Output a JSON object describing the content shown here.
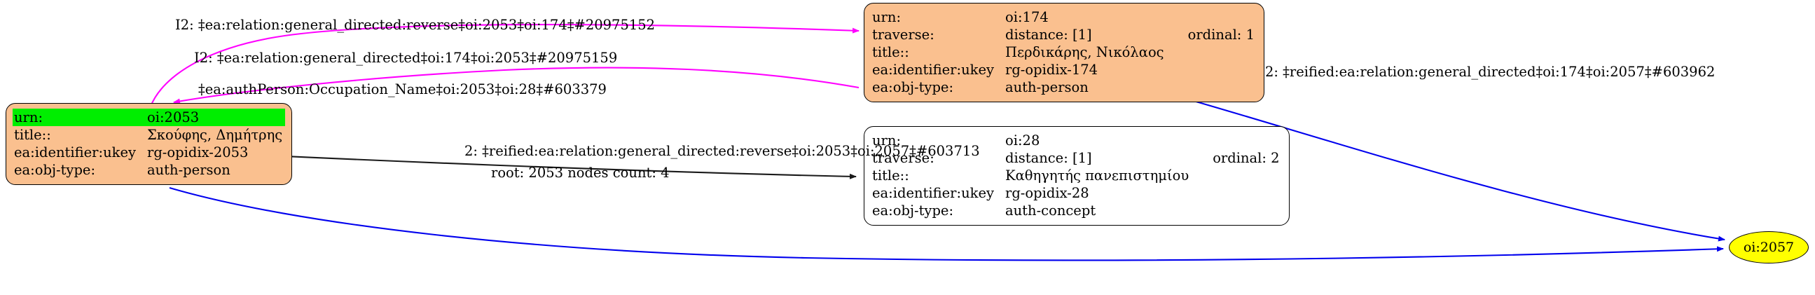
{
  "graph": {
    "caption": "root: 2053 nodes count: 4",
    "colors": {
      "node_fill": "#fac08f",
      "highlight_row": "#00ee00",
      "ellipse_fill": "#ffff00",
      "edge_magenta": "#ff00ff",
      "edge_black": "#1a1a1a",
      "edge_blue": "#0000ee",
      "stroke": "#000000"
    },
    "nodes": [
      {
        "id": "node-oi-2053",
        "shape": "record",
        "style": "filled",
        "rows": [
          {
            "key": "urn:",
            "value": "oi:2053",
            "highlight": true
          },
          {
            "key": "title::",
            "value": "Σκούφης, Δημήτρης",
            "highlight": false
          },
          {
            "key": "ea:identifier:ukey",
            "value": "rg-opidix-2053",
            "highlight": false
          },
          {
            "key": "ea:obj-type:",
            "value": "auth-person",
            "highlight": false
          }
        ]
      },
      {
        "id": "node-oi-174",
        "shape": "record",
        "style": "filled",
        "rows": [
          {
            "key": "urn:",
            "value": "oi:174",
            "highlight": false
          },
          {
            "key": "traverse:",
            "value": "distance: [1]",
            "value2": "ordinal: 1",
            "highlight": false
          },
          {
            "key": "title::",
            "value": "Περδικάρης, Νικόλαος",
            "highlight": false
          },
          {
            "key": "ea:identifier:ukey",
            "value": "rg-opidix-174",
            "highlight": false
          },
          {
            "key": "ea:obj-type:",
            "value": "auth-person",
            "highlight": false
          }
        ]
      },
      {
        "id": "node-oi-28",
        "shape": "record",
        "style": "plain",
        "rows": [
          {
            "key": "urn:",
            "value": "oi:28",
            "highlight": false
          },
          {
            "key": "traverse:",
            "value": "distance: [1]",
            "value2": "ordinal: 2",
            "highlight": false
          },
          {
            "key": "title::",
            "value": "Καθηγητής πανεπιστημίου",
            "highlight": false
          },
          {
            "key": "ea:identifier:ukey",
            "value": "rg-opidix-28",
            "highlight": false
          },
          {
            "key": "ea:obj-type:",
            "value": "auth-concept",
            "highlight": false
          }
        ]
      },
      {
        "id": "node-oi-2057",
        "shape": "ellipse",
        "style": "filled",
        "label": "oi:2057"
      }
    ],
    "edges": [
      {
        "id": "edge-2053-to-174",
        "color": "#ff00ff",
        "label": "I2: ‡ea:relation:general_directed:reverse‡oi:2053‡oi:174‡#20975152"
      },
      {
        "id": "edge-174-to-2053",
        "color": "#ff00ff",
        "label": "I2: ‡ea:relation:general_directed‡oi:174‡oi:2053‡#20975159"
      },
      {
        "id": "edge-2053-to-28",
        "color": "#1a1a1a",
        "label": "‡ea:authPerson:Occupation_Name‡oi:2053‡oi:28‡#603379"
      },
      {
        "id": "edge-174-to-2057",
        "color": "#0000ee",
        "label": "2: ‡reified:ea:relation:general_directed‡oi:174‡oi:2057‡#603962"
      },
      {
        "id": "edge-2053-to-2057",
        "color": "#0000ee",
        "label": "2: ‡reified:ea:relation:general_directed:reverse‡oi:2053‡oi:2057‡#603713"
      }
    ]
  }
}
